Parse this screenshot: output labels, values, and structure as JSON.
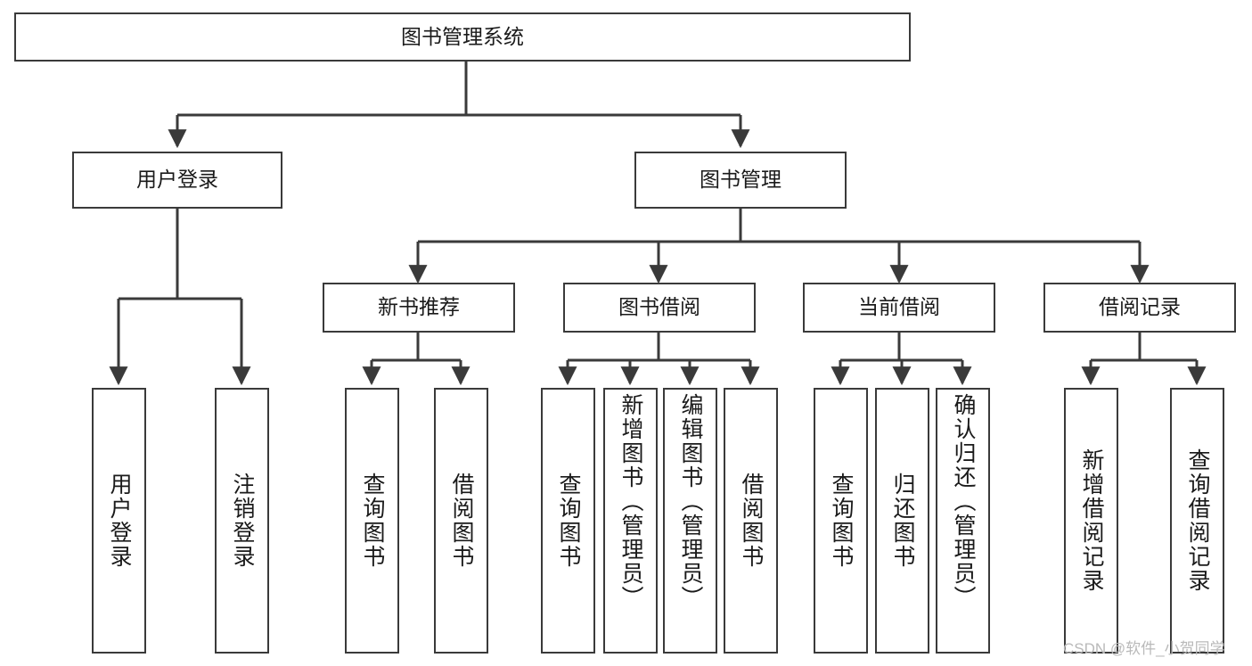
{
  "diagram": {
    "type": "tree-hierarchy",
    "title": "图书管理系统",
    "watermark": "CSDN @软件_小贺同学",
    "colors": {
      "border": "#3a3a3a",
      "background": "#ffffff",
      "text": "#1a1a1a",
      "edge": "#3a3a3a",
      "watermark": "#b9b9b9"
    },
    "nodes": {
      "root": {
        "label": "图书管理系统"
      },
      "level2": [
        {
          "id": "user-login",
          "label": "用户登录"
        },
        {
          "id": "book-manage",
          "label": "图书管理"
        }
      ],
      "level3": [
        {
          "id": "new-book-recommend",
          "label": "新书推荐"
        },
        {
          "id": "book-borrow",
          "label": "图书借阅"
        },
        {
          "id": "current-borrow",
          "label": "当前借阅"
        },
        {
          "id": "borrow-record",
          "label": "借阅记录"
        }
      ],
      "leaves": {
        "user_login": [
          {
            "id": "leaf-user-login",
            "label": "用户登录"
          },
          {
            "id": "leaf-logout-login",
            "label": "注销登录"
          }
        ],
        "new_book_recommend": [
          {
            "id": "leaf-query-book-1",
            "label": "查询图书"
          },
          {
            "id": "leaf-borrow-book-1",
            "label": "借阅图书"
          }
        ],
        "book_borrow": [
          {
            "id": "leaf-query-book-2",
            "label": "查询图书"
          },
          {
            "id": "leaf-add-book",
            "label": "新增图书（管理员）"
          },
          {
            "id": "leaf-edit-book",
            "label": "编辑图书（管理员）"
          },
          {
            "id": "leaf-borrow-book-2",
            "label": "借阅图书"
          }
        ],
        "current_borrow": [
          {
            "id": "leaf-query-book-3",
            "label": "查询图书"
          },
          {
            "id": "leaf-return-book",
            "label": "归还图书"
          },
          {
            "id": "leaf-confirm-return",
            "label": "确认归还（管理员）"
          }
        ],
        "borrow_record": [
          {
            "id": "leaf-add-record",
            "label": "新增借阅记录"
          },
          {
            "id": "leaf-query-record",
            "label": "查询借阅记录"
          }
        ]
      }
    }
  }
}
